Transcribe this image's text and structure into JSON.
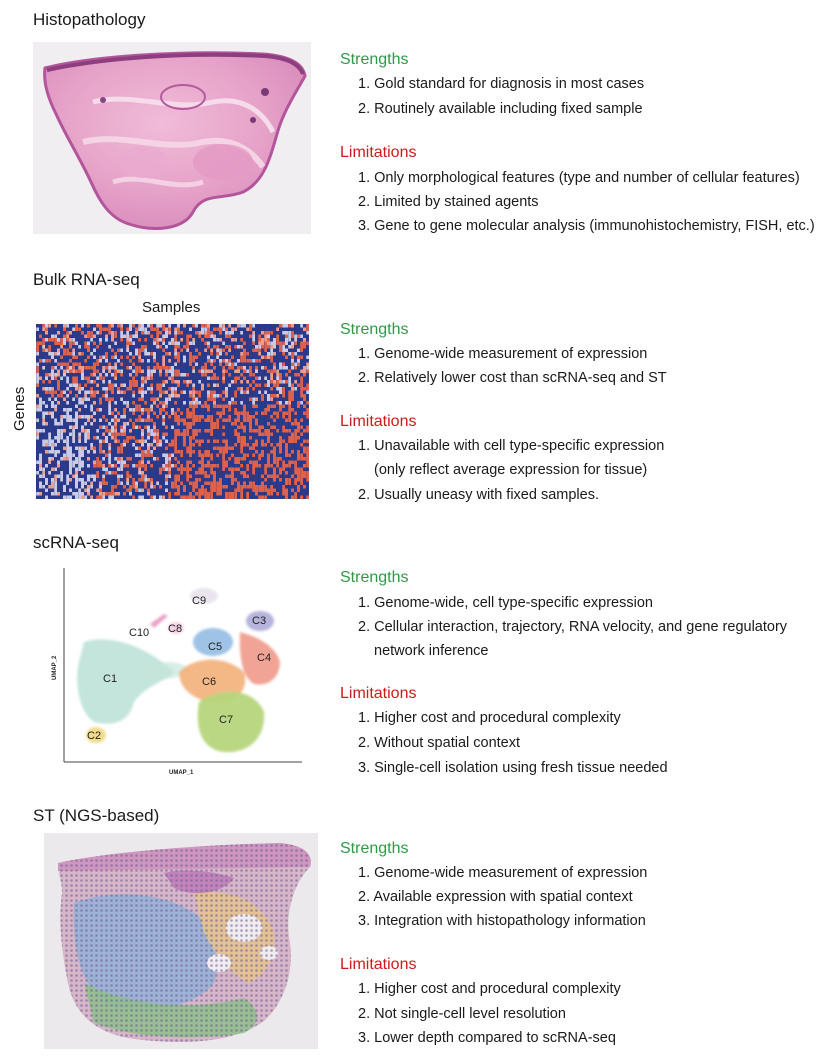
{
  "sections": [
    {
      "title": "Histopathology",
      "strengths_label": "Strengths",
      "strengths": [
        "Gold standard for diagnosis in most cases",
        "Routinely available including fixed sample"
      ],
      "limitations_label": "Limitations",
      "limitations": [
        "Only morphological features (type and number of cellular features)",
        "Limited by stained agents",
        "Gene to gene molecular analysis (immunohistochemistry, FISH, etc.)"
      ]
    },
    {
      "title": "Bulk RNA-seq",
      "x_label": "Samples",
      "y_label": "Genes",
      "strengths_label": "Strengths",
      "strengths": [
        "Genome-wide measurement of expression",
        "Relatively lower cost than scRNA-seq and ST"
      ],
      "limitations_label": "Limitations",
      "limitations": [
        "Unavailable with cell type-specific expression",
        "(only reflect average expression for tissue)",
        "Usually uneasy with fixed samples."
      ]
    },
    {
      "title": "scRNA-seq",
      "umap_x": "UMAP_1",
      "umap_y": "UMAP_2",
      "clusters": [
        "C1",
        "C2",
        "C3",
        "C4",
        "C5",
        "C6",
        "C7",
        "C8",
        "C9",
        "C10"
      ],
      "strengths_label": "Strengths",
      "strengths": [
        "Genome-wide, cell type-specific expression",
        "Cellular interaction, trajectory, RNA velocity, and gene regulatory",
        "network inference"
      ],
      "limitations_label": "Limitations",
      "limitations": [
        "Higher cost and procedural complexity",
        "Without spatial context",
        "Single-cell isolation using fresh tissue needed"
      ]
    },
    {
      "title": "ST (NGS-based)",
      "strengths_label": "Strengths",
      "strengths": [
        "Genome-wide measurement of expression",
        "Available expression with spatial context",
        "Integration with histopathology information"
      ],
      "limitations_label": "Limitations",
      "limitations": [
        "Higher cost and procedural complexity",
        "Not single-cell level resolution",
        "Lower depth compared to scRNA-seq"
      ]
    }
  ],
  "numbers": [
    "1.",
    "2.",
    "3."
  ],
  "colors": {
    "strengths": "#2e9a48",
    "limitations": "#cc1b1b",
    "heat_blue": "#2c3a8c",
    "heat_red": "#e0614a",
    "he_pink": "#d985b8"
  }
}
